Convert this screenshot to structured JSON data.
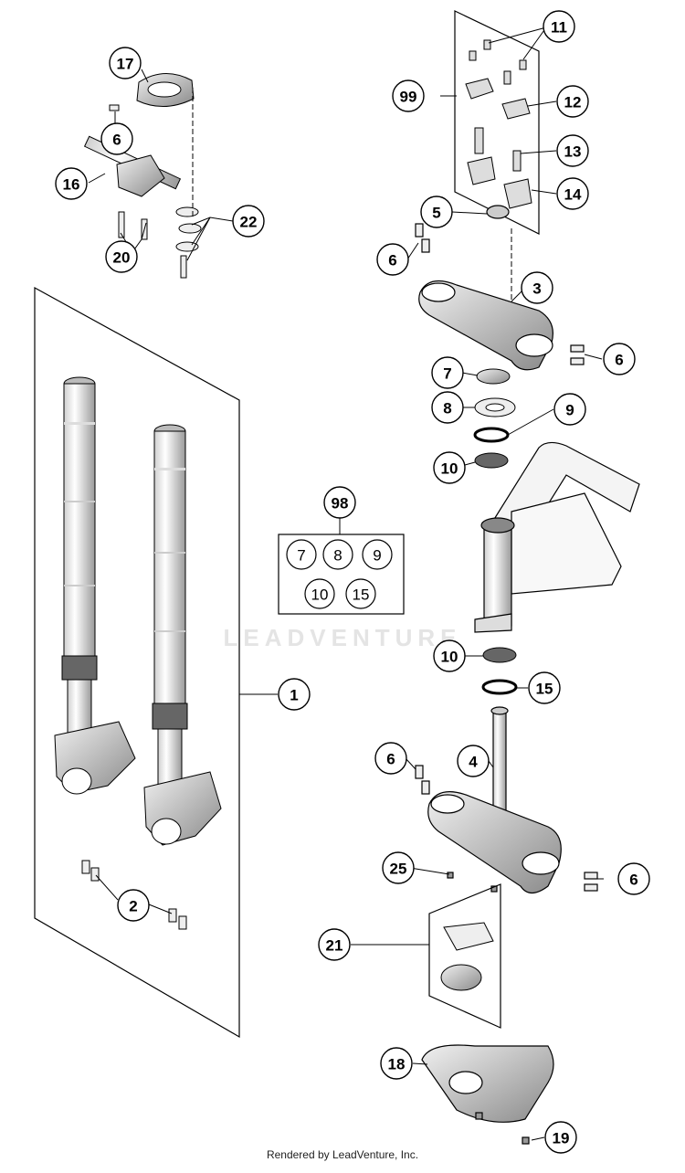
{
  "watermark": "LEADVENTURE",
  "footer": "Rendered by LeadVenture, Inc.",
  "callouts": [
    "17",
    "6",
    "16",
    "20",
    "22",
    "99",
    "11",
    "12",
    "13",
    "14",
    "5",
    "6",
    "3",
    "6",
    "7",
    "8",
    "9",
    "10",
    "98",
    "1",
    "10",
    "15",
    "6",
    "4",
    "25",
    "6",
    "2",
    "21",
    "18",
    "19"
  ],
  "kit_98": [
    "7",
    "8",
    "9",
    "10",
    "15"
  ]
}
